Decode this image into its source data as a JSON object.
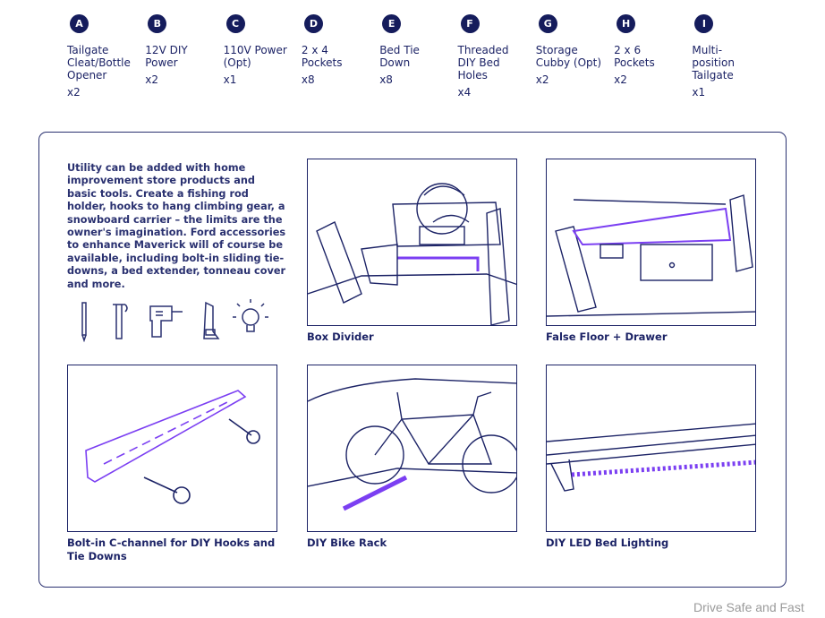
{
  "features": [
    {
      "letter": "A",
      "label": "Tailgate\nCleat/Bottle\nOpener",
      "count": "x2"
    },
    {
      "letter": "B",
      "label": "12V DIY\nPower",
      "count": "x2"
    },
    {
      "letter": "C",
      "label": "110V Power\n(Opt)",
      "count": "x1"
    },
    {
      "letter": "D",
      "label": "2 x 4\nPockets",
      "count": "x8"
    },
    {
      "letter": "E",
      "label": "Bed Tie\nDown",
      "count": "x8"
    },
    {
      "letter": "F",
      "label": "Threaded\nDIY Bed\nHoles",
      "count": "x4"
    },
    {
      "letter": "G",
      "label": "Storage\nCubby (Opt)",
      "count": "x2"
    },
    {
      "letter": "H",
      "label": "2 x 6\nPockets",
      "count": "x2"
    },
    {
      "letter": "I",
      "label": "Multi-\nposition\nTailgate",
      "count": "x1"
    }
  ],
  "intro": "Utility can be added with home improvement store products and basic tools. Create a fishing rod holder, hooks to hang climbing gear, a snowboard carrier – the limits are the owner's imagination. Ford accessories to enhance Maverick will of course be available, including bolt-in sliding tie-downs, a bed extender, tonneau cover and more.",
  "captions": {
    "box_divider": "Box Divider",
    "false_floor": "False Floor + Drawer",
    "c_channel": "Bolt-in C-channel for DIY Hooks and Tie Downs",
    "bike_rack": "DIY Bike Rack",
    "led": "DIY LED Bed Lighting"
  },
  "watermark": "Drive Safe and Fast",
  "colors": {
    "navy": "#151c5c",
    "accent": "#7b3ff2"
  }
}
